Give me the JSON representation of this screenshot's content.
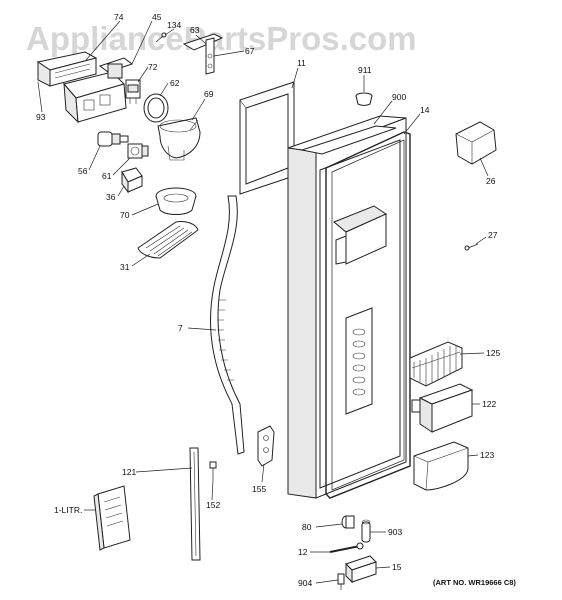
{
  "watermark": "AppliancePartsPros.com",
  "art_number": "(ART NO. WR19666 C8)",
  "labels": {
    "p74": "74",
    "p45": "45",
    "p134": "134",
    "p63": "63",
    "p67": "67",
    "p72": "72",
    "p62": "62",
    "p93": "93",
    "p69": "69",
    "p56": "56",
    "p61": "61",
    "p36": "36",
    "p70": "70",
    "p31": "31",
    "p11": "11",
    "p911": "911",
    "p900": "900",
    "p14": "14",
    "p26": "26",
    "p27": "27",
    "p7": "7",
    "p125": "125",
    "p122": "122",
    "p123": "123",
    "p121": "121",
    "p152": "152",
    "p155": "155",
    "p1litr": "1-LITR.",
    "p80": "80",
    "p903": "903",
    "p12": "12",
    "p15": "15",
    "p904": "904"
  }
}
